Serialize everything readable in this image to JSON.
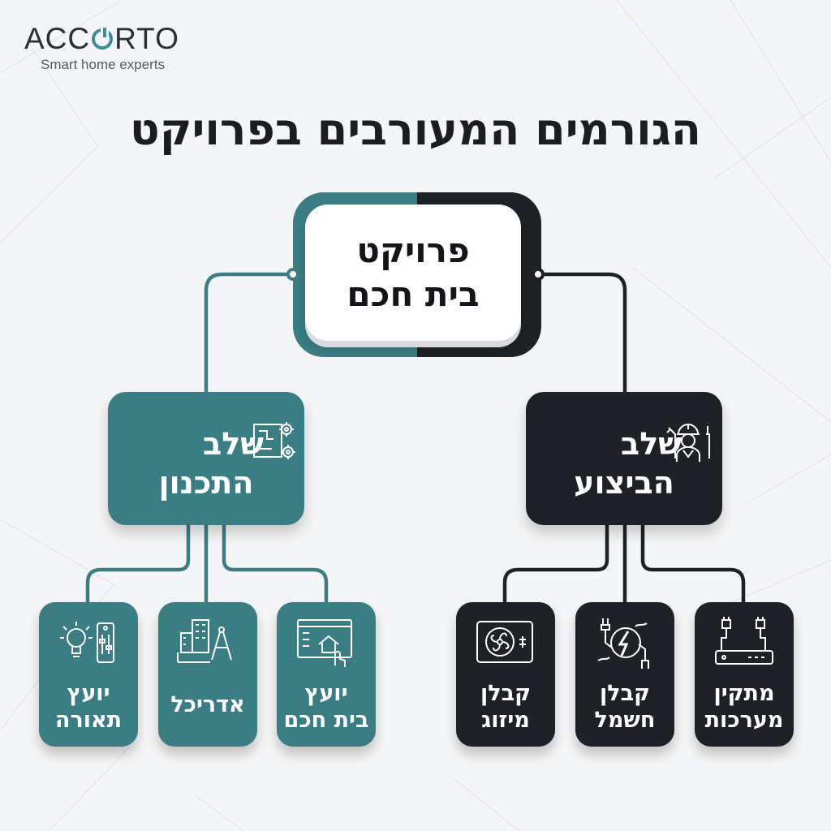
{
  "brand": {
    "name_before": "ACC",
    "name_after": "RTO",
    "tagline": "Smart home experts",
    "accent_color": "#3a7d83",
    "dark_color": "#1e2125"
  },
  "title": "הגורמים המעורבים בפרויקט",
  "root": {
    "line1": "פרויקט",
    "line2": "בית חכם"
  },
  "planning": {
    "line1": "שלב",
    "line2": "התכנון",
    "icon": "blueprint-gears-icon",
    "roles": [
      {
        "line1": "יועץ",
        "line2": "בית חכם",
        "icon": "smart-home-screen-icon"
      },
      {
        "line1": "אדריכל",
        "line2": "",
        "icon": "architect-compass-icon"
      },
      {
        "line1": "יועץ",
        "line2": "תאורה",
        "icon": "lightbulb-dimmer-icon"
      }
    ]
  },
  "execution": {
    "line1": "שלב",
    "line2": "הביצוע",
    "icon": "construction-worker-icon",
    "roles": [
      {
        "line1": "קבלן",
        "line2": "מיזוג",
        "icon": "air-conditioner-icon"
      },
      {
        "line1": "קבלן",
        "line2": "חשמל",
        "icon": "electric-plug-icon"
      },
      {
        "line1": "מתקין",
        "line2": "מערכות",
        "icon": "network-router-icon"
      }
    ]
  }
}
